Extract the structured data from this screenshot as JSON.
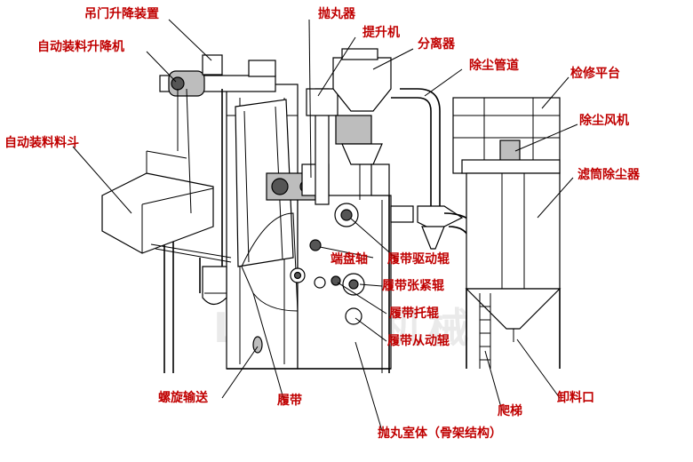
{
  "labels": {
    "door_lift": "吊门升降装置",
    "auto_loader_lift": "自动装料升降机",
    "auto_loader_hopper": "自动装料料斗",
    "blaster": "抛丸器",
    "elevator": "提升机",
    "separator": "分离器",
    "dust_pipe": "除尘管道",
    "maintenance_platform": "检修平台",
    "dust_fan": "除尘风机",
    "cartridge_collector": "滤筒除尘器",
    "end_disc_shaft": "端盘轴",
    "track_drive_roller": "履带驱动辊",
    "track_tension_roller": "履带张紧辊",
    "track_support_roller": "履带托辊",
    "track_driven_roller": "履带从动辊",
    "screw_conveyor": "螺旋输送",
    "track": "履带",
    "ladder": "爬梯",
    "discharge_port": "卸料口",
    "chamber_body": "抛丸室体（骨架结构）"
  }
}
